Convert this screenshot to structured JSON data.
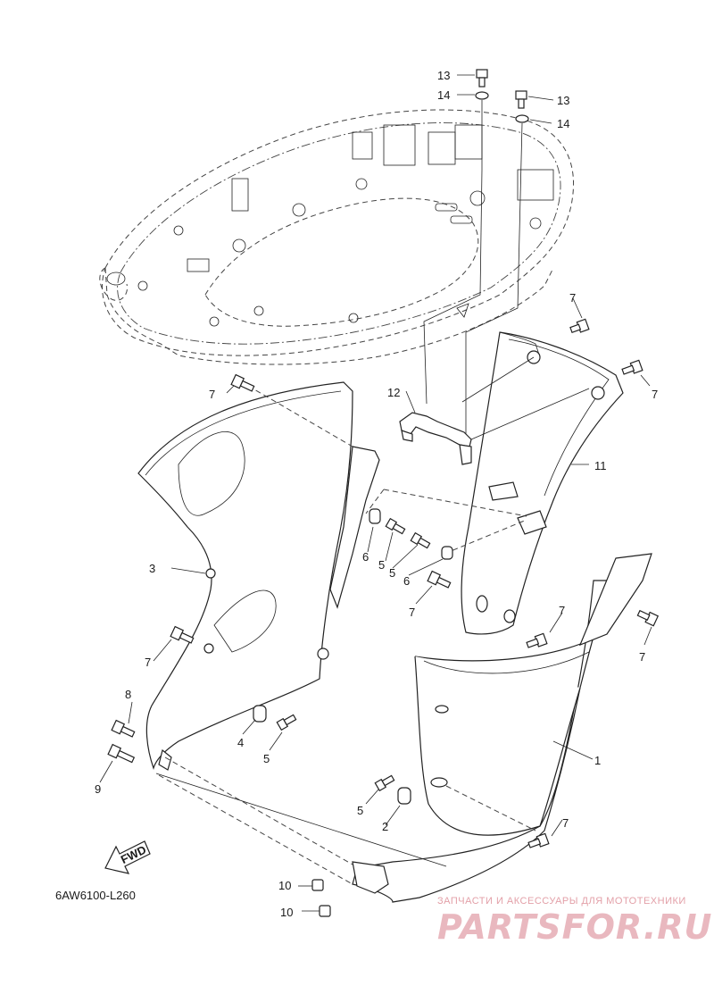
{
  "diagram_code": "6AW6100-L260",
  "fwd_label": "FWD",
  "watermark": {
    "tagline": "ЗАПЧАСТИ И АКСЕССУАРЫ ДЛЯ МОТОТЕХНИКИ",
    "brand": "PARTSFOR.RU",
    "color": "#e3a0a8"
  },
  "callouts": [
    {
      "id": "c1",
      "text": "1"
    },
    {
      "id": "c2",
      "text": "2"
    },
    {
      "id": "c3",
      "text": "3"
    },
    {
      "id": "c4",
      "text": "4"
    },
    {
      "id": "c5a",
      "text": "5"
    },
    {
      "id": "c5b",
      "text": "5"
    },
    {
      "id": "c5c",
      "text": "5"
    },
    {
      "id": "c5d",
      "text": "5"
    },
    {
      "id": "c6a",
      "text": "6"
    },
    {
      "id": "c6b",
      "text": "6"
    },
    {
      "id": "c7a",
      "text": "7"
    },
    {
      "id": "c7b",
      "text": "7"
    },
    {
      "id": "c7c",
      "text": "7"
    },
    {
      "id": "c7d",
      "text": "7"
    },
    {
      "id": "c7e",
      "text": "7"
    },
    {
      "id": "c7f",
      "text": "7"
    },
    {
      "id": "c7g",
      "text": "7"
    },
    {
      "id": "c7h",
      "text": "7"
    },
    {
      "id": "c8",
      "text": "8"
    },
    {
      "id": "c9",
      "text": "9"
    },
    {
      "id": "c10a",
      "text": "10"
    },
    {
      "id": "c10b",
      "text": "10"
    },
    {
      "id": "c11",
      "text": "11"
    },
    {
      "id": "c12",
      "text": "12"
    },
    {
      "id": "c13a",
      "text": "13"
    },
    {
      "id": "c13b",
      "text": "13"
    },
    {
      "id": "c14a",
      "text": "14"
    },
    {
      "id": "c14b",
      "text": "14"
    }
  ]
}
